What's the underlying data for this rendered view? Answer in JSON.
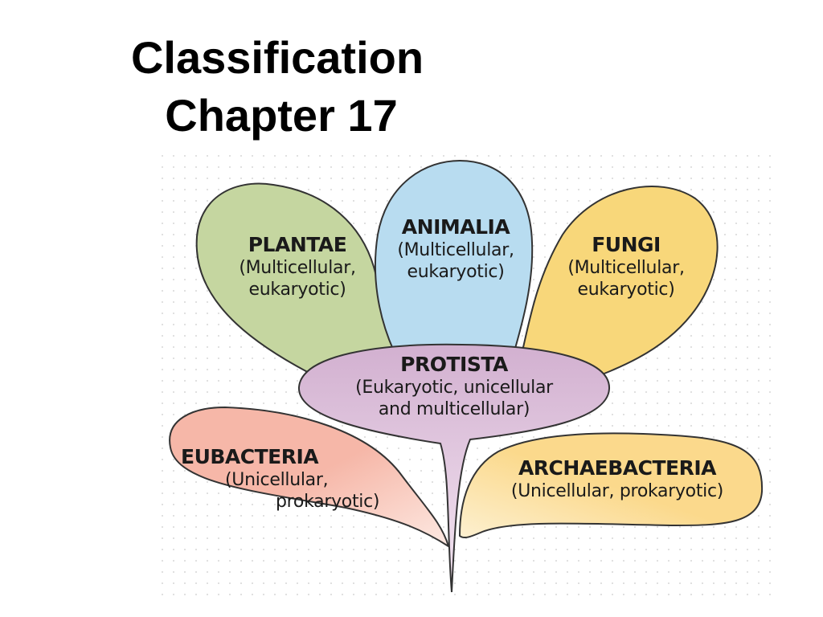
{
  "slide": {
    "title_line1": "Classification",
    "title_line2": "Chapter 17"
  },
  "diagram": {
    "kingdoms": [
      {
        "id": "plantae",
        "name": "PLANTAE",
        "line1": "(Multicellular,",
        "line2": "eukaryotic)",
        "color": "#c5d6a0"
      },
      {
        "id": "animalia",
        "name": "ANIMALIA",
        "line1": "(Multicellular,",
        "line2": "eukaryotic)",
        "color": "#b8dcf0"
      },
      {
        "id": "fungi",
        "name": "FUNGI",
        "line1": "(Multicellular,",
        "line2": "eukaryotic)",
        "color": "#f8d77a"
      },
      {
        "id": "protista",
        "name": "PROTISTA",
        "line1": "(Eukaryotic, unicellular",
        "line2": "and multicellular)",
        "color": "#d2b0d0"
      },
      {
        "id": "eubacteria",
        "name": "EUBACTERIA",
        "line1": "(Unicellular,",
        "line2": "prokaryotic)",
        "color": "#f6b7a8"
      },
      {
        "id": "archaebacteria",
        "name": "ARCHAEBACTERIA",
        "line1": "(Unicellular, prokaryotic)",
        "line2": "",
        "color": "#fbd98c"
      }
    ],
    "outline_color": "#333333",
    "dot_color": "#d8d8d8"
  }
}
